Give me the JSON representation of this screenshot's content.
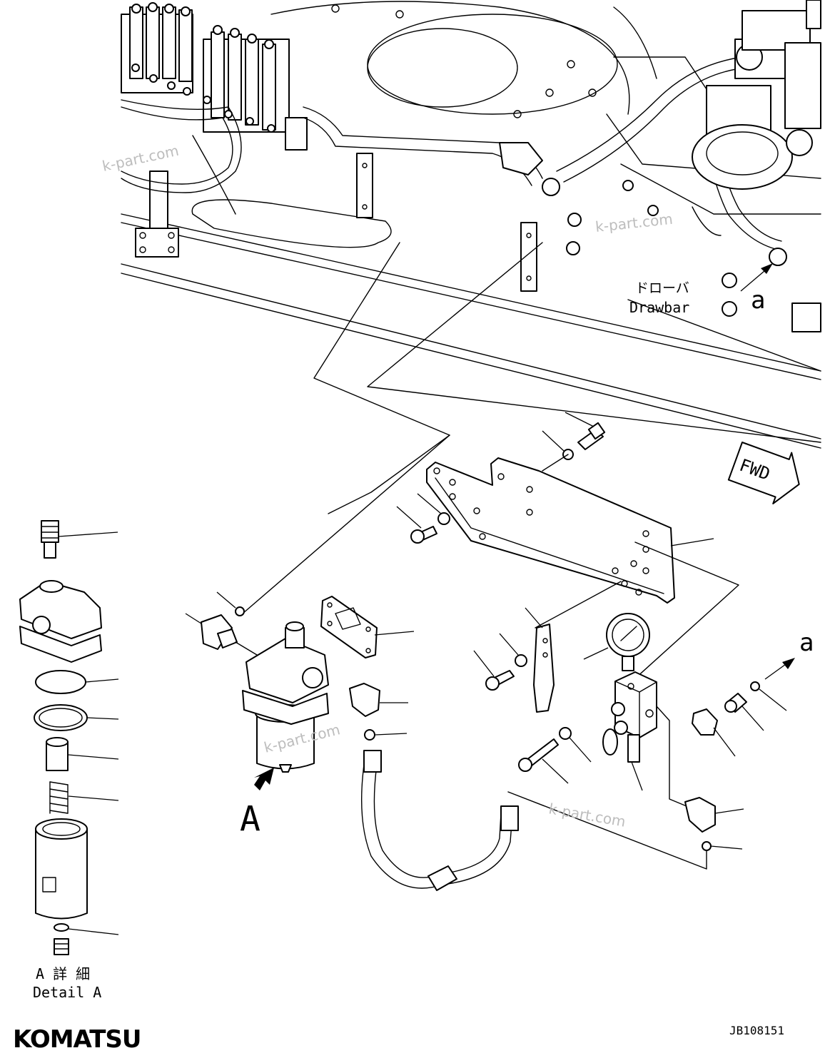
{
  "drawing": {
    "labels": {
      "drawbar_jp": "ドローバ",
      "drawbar_en": "Drawbar",
      "ref_a_upper": "a",
      "ref_a_right": "a",
      "view_a": "A",
      "fwd": "FWD",
      "detail_a_jp": "A 詳 細",
      "detail_a_en": "Detail A"
    },
    "watermark": "k-part.com",
    "brand": "KOMATSU",
    "drawing_number": "JB108151"
  },
  "colors": {
    "line": "#000000",
    "watermark": "#bdbdbd",
    "background": "#ffffff"
  }
}
